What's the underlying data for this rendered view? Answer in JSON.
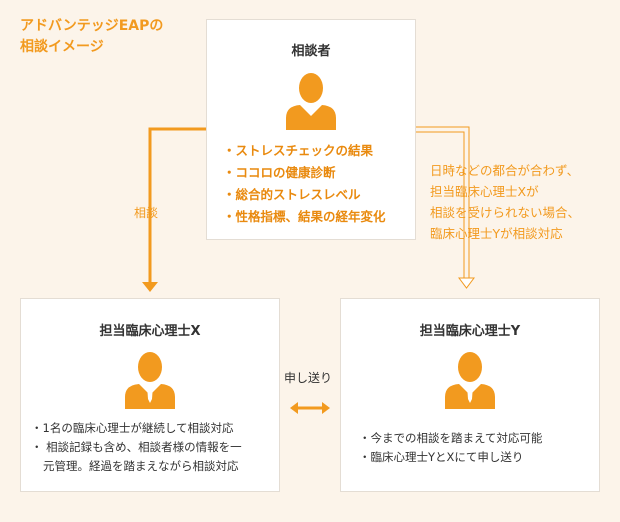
{
  "title": {
    "line1": "アドバンテッジEAPの",
    "line2": "相談イメージ"
  },
  "consultee": {
    "title": "相談者",
    "items": [
      "ストレスチェックの結果",
      "ココロの健康診断",
      "総合的ストレスレベル",
      "性格指標、結果の経年変化"
    ]
  },
  "arrow_label": "相談",
  "note": {
    "lines": [
      "日時などの都合が合わず、",
      "担当臨床心理士Xが",
      "相談を受けられない場合、",
      "臨床心理士Yが相談対応"
    ]
  },
  "handoff_label": "申し送り",
  "counselor_x": {
    "title": "担当臨床心理士X",
    "item1": "1名の臨床心理士が継続して相談対応",
    "item2_line1": "相談記録も含め、相談者様の情報を一",
    "item2_line2": "元管理。経過を踏まえながら相談対応"
  },
  "counselor_y": {
    "title": "担当臨床心理士Y",
    "items": [
      "今までの相談を踏まえて対応可能",
      "臨床心理士YとXにて申し送り"
    ]
  },
  "colors": {
    "accent": "#f29a1f",
    "background": "#fcf4ea",
    "card": "#ffffff"
  }
}
